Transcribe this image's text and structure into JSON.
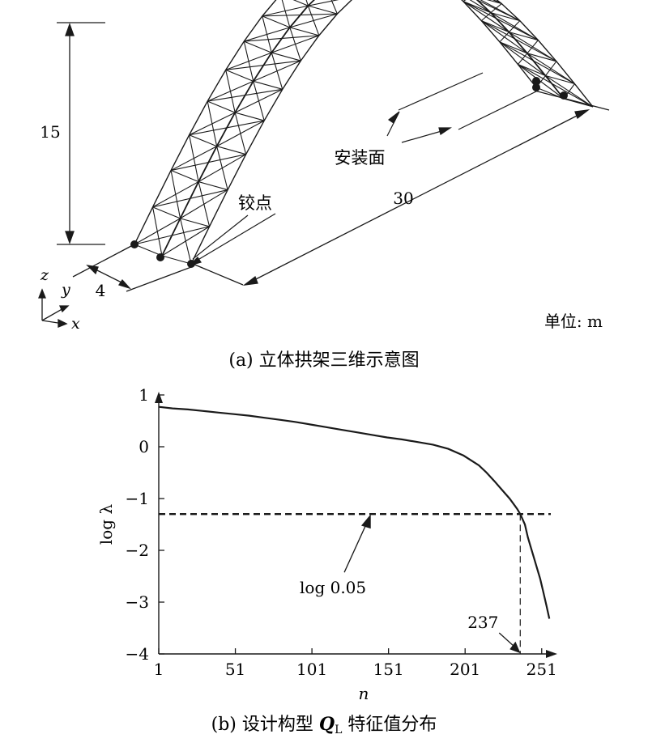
{
  "figure_a": {
    "caption": "(a) 立体拱架三维示意图",
    "dim_height": "15",
    "dim_span": "30",
    "dim_width": "4",
    "label_hinge": "铰点",
    "label_install": "安装面",
    "unit_label": "单位: m",
    "axis_z": "z",
    "axis_y": "y",
    "axis_x": "x"
  },
  "chart_data": {
    "type": "line",
    "caption": "(b) 设计构型 QL 特征值分布",
    "caption_prefix": "(b) 设计构型 ",
    "caption_q": "Q",
    "caption_sub": "L",
    "caption_suffix": " 特征值分布",
    "xlabel": "n",
    "ylabel": "log λ",
    "xlim": [
      1,
      258
    ],
    "ylim": [
      -4,
      1
    ],
    "xticks": [
      1,
      51,
      101,
      151,
      201,
      251
    ],
    "yticks": [
      1,
      0,
      -1,
      -2,
      -3,
      -4
    ],
    "threshold": {
      "value": -1.3,
      "label": "log 0.05"
    },
    "crossing": {
      "n": 237,
      "label": "237"
    },
    "series": [
      {
        "x": [
          1,
          10,
          20,
          30,
          40,
          50,
          60,
          70,
          80,
          90,
          100,
          110,
          120,
          130,
          140,
          150,
          160,
          170,
          180,
          190,
          200,
          210,
          215,
          220,
          225,
          230,
          235,
          237,
          240,
          242,
          244,
          246,
          248,
          250,
          252,
          254,
          256
        ],
        "y": [
          0.77,
          0.74,
          0.72,
          0.69,
          0.66,
          0.63,
          0.6,
          0.56,
          0.52,
          0.48,
          0.43,
          0.38,
          0.33,
          0.28,
          0.23,
          0.18,
          0.14,
          0.09,
          0.04,
          -0.04,
          -0.17,
          -0.36,
          -0.5,
          -0.66,
          -0.83,
          -1.0,
          -1.2,
          -1.3,
          -1.5,
          -1.75,
          -1.95,
          -2.15,
          -2.35,
          -2.55,
          -2.8,
          -3.05,
          -3.32
        ]
      }
    ]
  }
}
